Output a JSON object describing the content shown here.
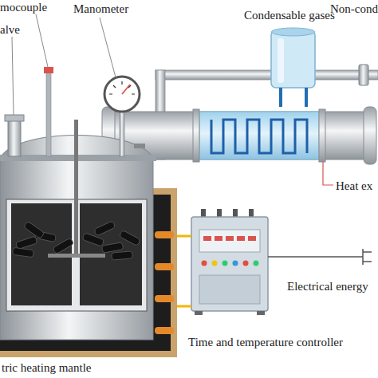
{
  "diagram": {
    "nodes": [
      {
        "text": [
          "Condensable gases"
        ]
      },
      {
        "text": [
          "Heat ex"
        ]
      },
      {
        "text": [
          "Time and temperature controller"
        ]
      },
      {
        "text": [
          "tric heating mantle"
        ]
      }
    ],
    "edges": [
      {
        "from": 0,
        "to": 1,
        "arrow": "none"
      },
      {
        "from": 0,
        "to": 1,
        "arrow": "none"
      },
      {
        "from": 2,
        "to": 3,
        "arrow": "none"
      },
      {
        "from": 2,
        "to": 3,
        "arrow": "none"
      }
    ],
    "labels": [
      "mocouple",
      "alve",
      "Manometer",
      "Non-cond",
      "Electrical energy"
    ]
  }
}
